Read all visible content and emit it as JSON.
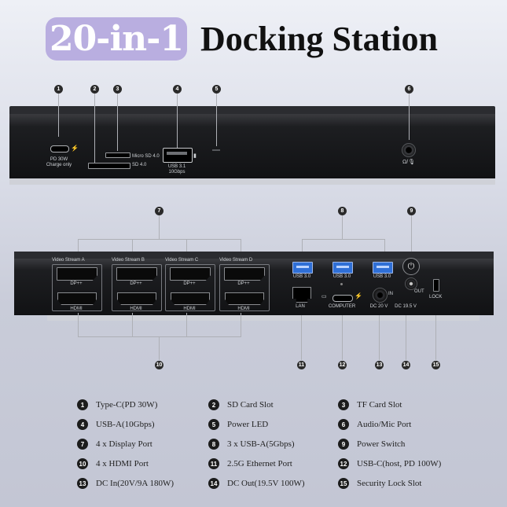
{
  "title": {
    "badge": "20-in-1",
    "text": "Docking Station"
  },
  "front": {
    "callouts": [
      "1",
      "2",
      "3",
      "4",
      "5",
      "6"
    ],
    "typec_label_1": "PD 30W",
    "typec_label_2": "Charge only",
    "microsd_label": "Micro SD 4.0",
    "sd_label": "SD 4.0",
    "usb_label_1": "USB 3.1",
    "usb_label_2": "10Gbps",
    "audio_label": "Ω/🎙"
  },
  "back": {
    "callouts": [
      "7",
      "8",
      "9",
      "10",
      "11",
      "12",
      "13",
      "14",
      "15"
    ],
    "streams": [
      "Video Stream A",
      "Video Stream B",
      "Video Stream C",
      "Video Stream D"
    ],
    "dp_label": "DP++",
    "hdmi_label": "HDMI",
    "usb_label": "USB 3.0",
    "lan_label": "LAN",
    "computer_label": "COMPUTER",
    "dc_in_label": "DC 20 V",
    "in_label": "IN",
    "out_label": "OUT",
    "dc_out_label": "DC 19.5 V",
    "lock_label": "LOCK",
    "power_symbol": "⏻"
  },
  "legend": [
    {
      "num": "1",
      "text": "Type-C(PD 30W)"
    },
    {
      "num": "2",
      "text": "SD Card Slot"
    },
    {
      "num": "3",
      "text": "TF Card Slot"
    },
    {
      "num": "4",
      "text": "USB-A(10Gbps)"
    },
    {
      "num": "5",
      "text": "Power LED"
    },
    {
      "num": "6",
      "text": "Audio/Mic Port"
    },
    {
      "num": "7",
      "text": "4 x Display Port"
    },
    {
      "num": "8",
      "text": "3 x USB-A(5Gbps)"
    },
    {
      "num": "9",
      "text": "Power Switch"
    },
    {
      "num": "10",
      "text": "4 x HDMI Port"
    },
    {
      "num": "11",
      "text": "2.5G Ethernet Port"
    },
    {
      "num": "12",
      "text": "USB-C(host, PD 100W)"
    },
    {
      "num": "13",
      "text": "DC In(20V/9A 180W)"
    },
    {
      "num": "14",
      "text": "DC Out(19.5V 100W)"
    },
    {
      "num": "15",
      "text": "Security Lock Slot"
    }
  ]
}
